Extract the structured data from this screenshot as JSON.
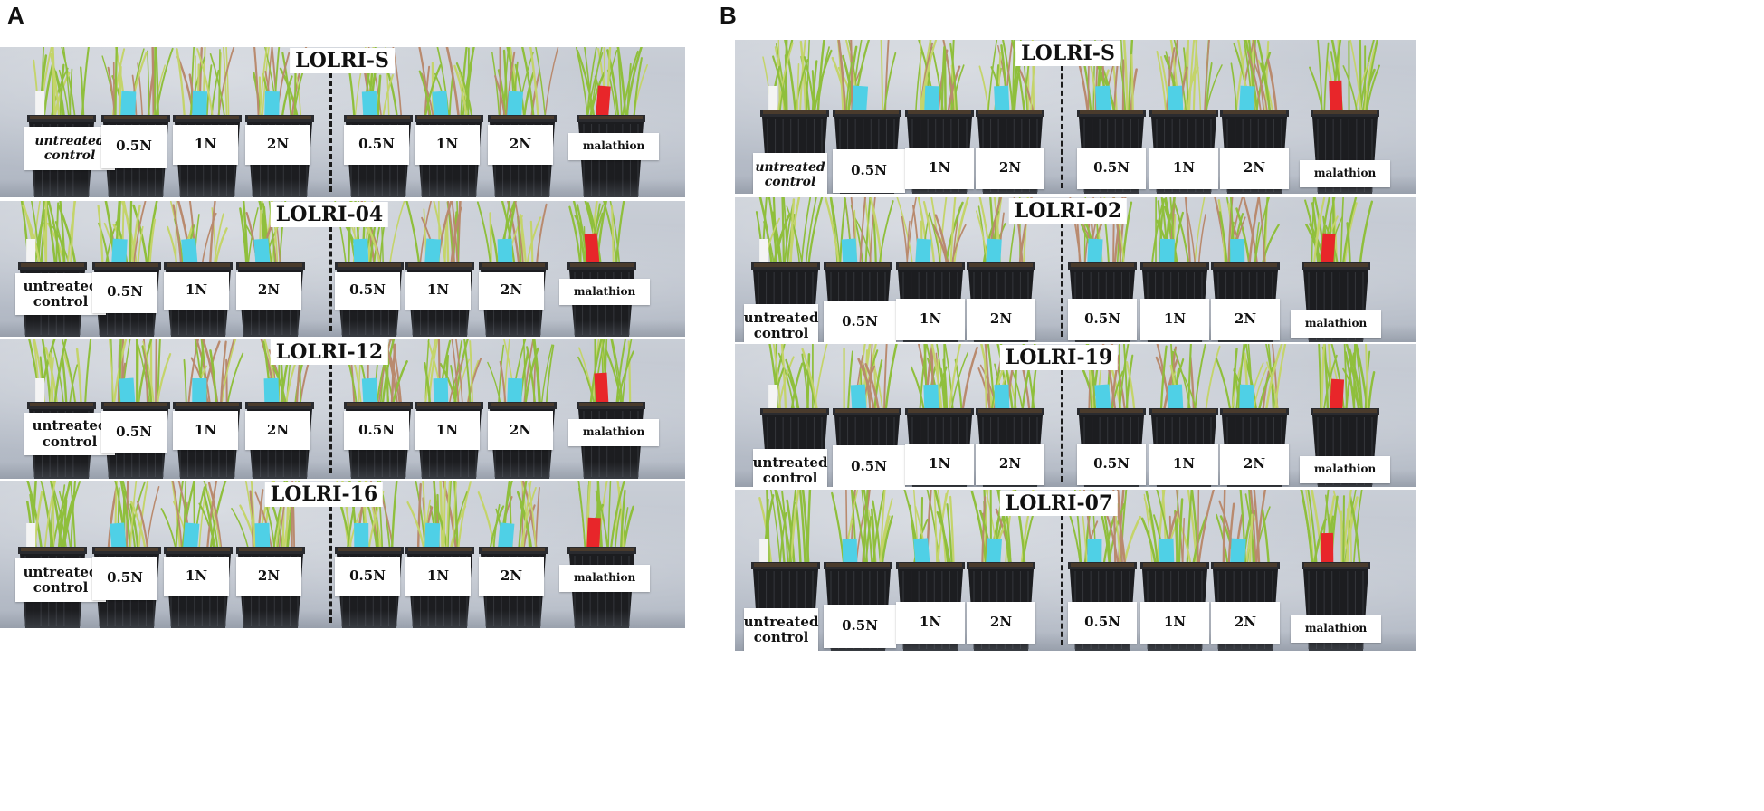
{
  "panels": [
    {
      "letter": "A",
      "rows": [
        {
          "title": "LOLRI-S"
        },
        {
          "title": "LOLRI-04"
        },
        {
          "title": "LOLRI-12"
        },
        {
          "title": "LOLRI-16"
        }
      ]
    },
    {
      "letter": "B",
      "rows": [
        {
          "title": "LOLRI-S"
        },
        {
          "title": "LOLRI-02"
        },
        {
          "title": "LOLRI-19"
        },
        {
          "title": "LOLRI-07"
        }
      ]
    }
  ],
  "pot_labels": [
    "untreated control",
    "0.5N",
    "1N",
    "2N",
    "0.5N",
    "1N",
    "2N",
    "malathion"
  ],
  "colors": {
    "tag_cyan": "#4fd0e6",
    "tag_red": "#e8262a",
    "grass_green": "#8fbf3c",
    "grass_dry": "#b98a6e",
    "pot_black": "#1c1d20",
    "backdrop": "#c4cad3"
  }
}
